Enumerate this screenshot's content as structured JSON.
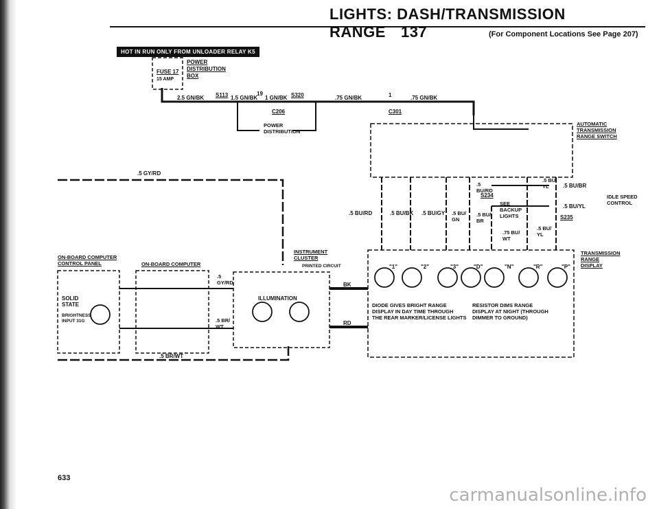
{
  "header": {
    "title": "LIGHTS: DASH/TRANSMISSION RANGE",
    "page": "137",
    "subtitle": "(For Component Locations See Page 207)"
  },
  "hot_banner": "HOT IN RUN ONLY FROM UNLOADER RELAY K5",
  "fuse_box": {
    "fuse": "FUSE 17",
    "amp": "15 AMP",
    "power_line1": "POWER",
    "power_line2": "DISTRIBUTION",
    "power_line3": "BOX"
  },
  "wires": {
    "w1": "2.5 GN/BK",
    "s113": "S113",
    "w2": "1.5 GN/BK",
    "n19": "19",
    "w3": "1 GN/BK",
    "s320": "S320",
    "w4": ".75 GN/BK",
    "n1": "1",
    "w5": ".75 GN/BK",
    "c206": "C206",
    "c301": "C301",
    "power_dist": "POWER\nDISTRIBUTION",
    "gy_rd_top": ".5 GY/RD",
    "br_wt_bottom": ".5 BR/WT",
    "bu_rd": ".5 BU/RD",
    "bu_bk": ".5 BU/BK",
    "bu_gy": ".5 BU/GY",
    "bu_gn": ".5 BU/\nGN",
    "bu_br": ".5 BU/\nBR",
    "bu_rd2": ".5\nBU/RD",
    "bu_yl": ".5 BU/\nYL",
    "bu_br2": ".5 BU/BR",
    "bu_yl2": ".5 BU/YL",
    "bu_wt": ".75 BU/\nWT",
    "bu_yl3": ".5 BU/\nYL",
    "s234": "S234",
    "s235": "S235",
    "see_backup": "SEE\nBACKUP\nLIGHTS",
    "idle": "IDLE SPEED\nCONTROL",
    "gy_rd2": ".5\nGY/RD",
    "br_wt2": ".5 BR/\nWT",
    "bk": "BK",
    "rd": "RD"
  },
  "components": {
    "auto_switch": "AUTOMATIC\nTRANSMISSION\nRANGE SWITCH",
    "trans_display": "TRANSMISSION\nRANGE\nDISPLAY",
    "instrument": "INSTRUMENT\nCLUSTER",
    "printed": "PRINTED CIRCUIT",
    "obc_panel": "ON-BOARD COMPUTER\nCONTROL PANEL",
    "obc": "ON-BOARD COMPUTER",
    "illumination": "ILLUMINATION",
    "solid_state": "SOLID\nSTATE",
    "brightness": "BRIGHTNESS\nINPUT 31G",
    "diode_note": "DIODE GIVES BRIGHT RANGE\nDISPLAY IN DAY TIME THROUGH\nTHE REAR MARKER/LICENSE LIGHTS",
    "resistor_note": "RESISTOR DIMS RANGE\nDISPLAY AT NIGHT (THROUGH\nDIMMER TO GROUND)"
  },
  "range_lamps": [
    "\"1\"",
    "\"2\"",
    "\"3\"",
    "\"D\"",
    "\"N\"",
    "\"R\"",
    "\"P\""
  ],
  "page_number": "633",
  "watermark": "carmanualsonline.info"
}
